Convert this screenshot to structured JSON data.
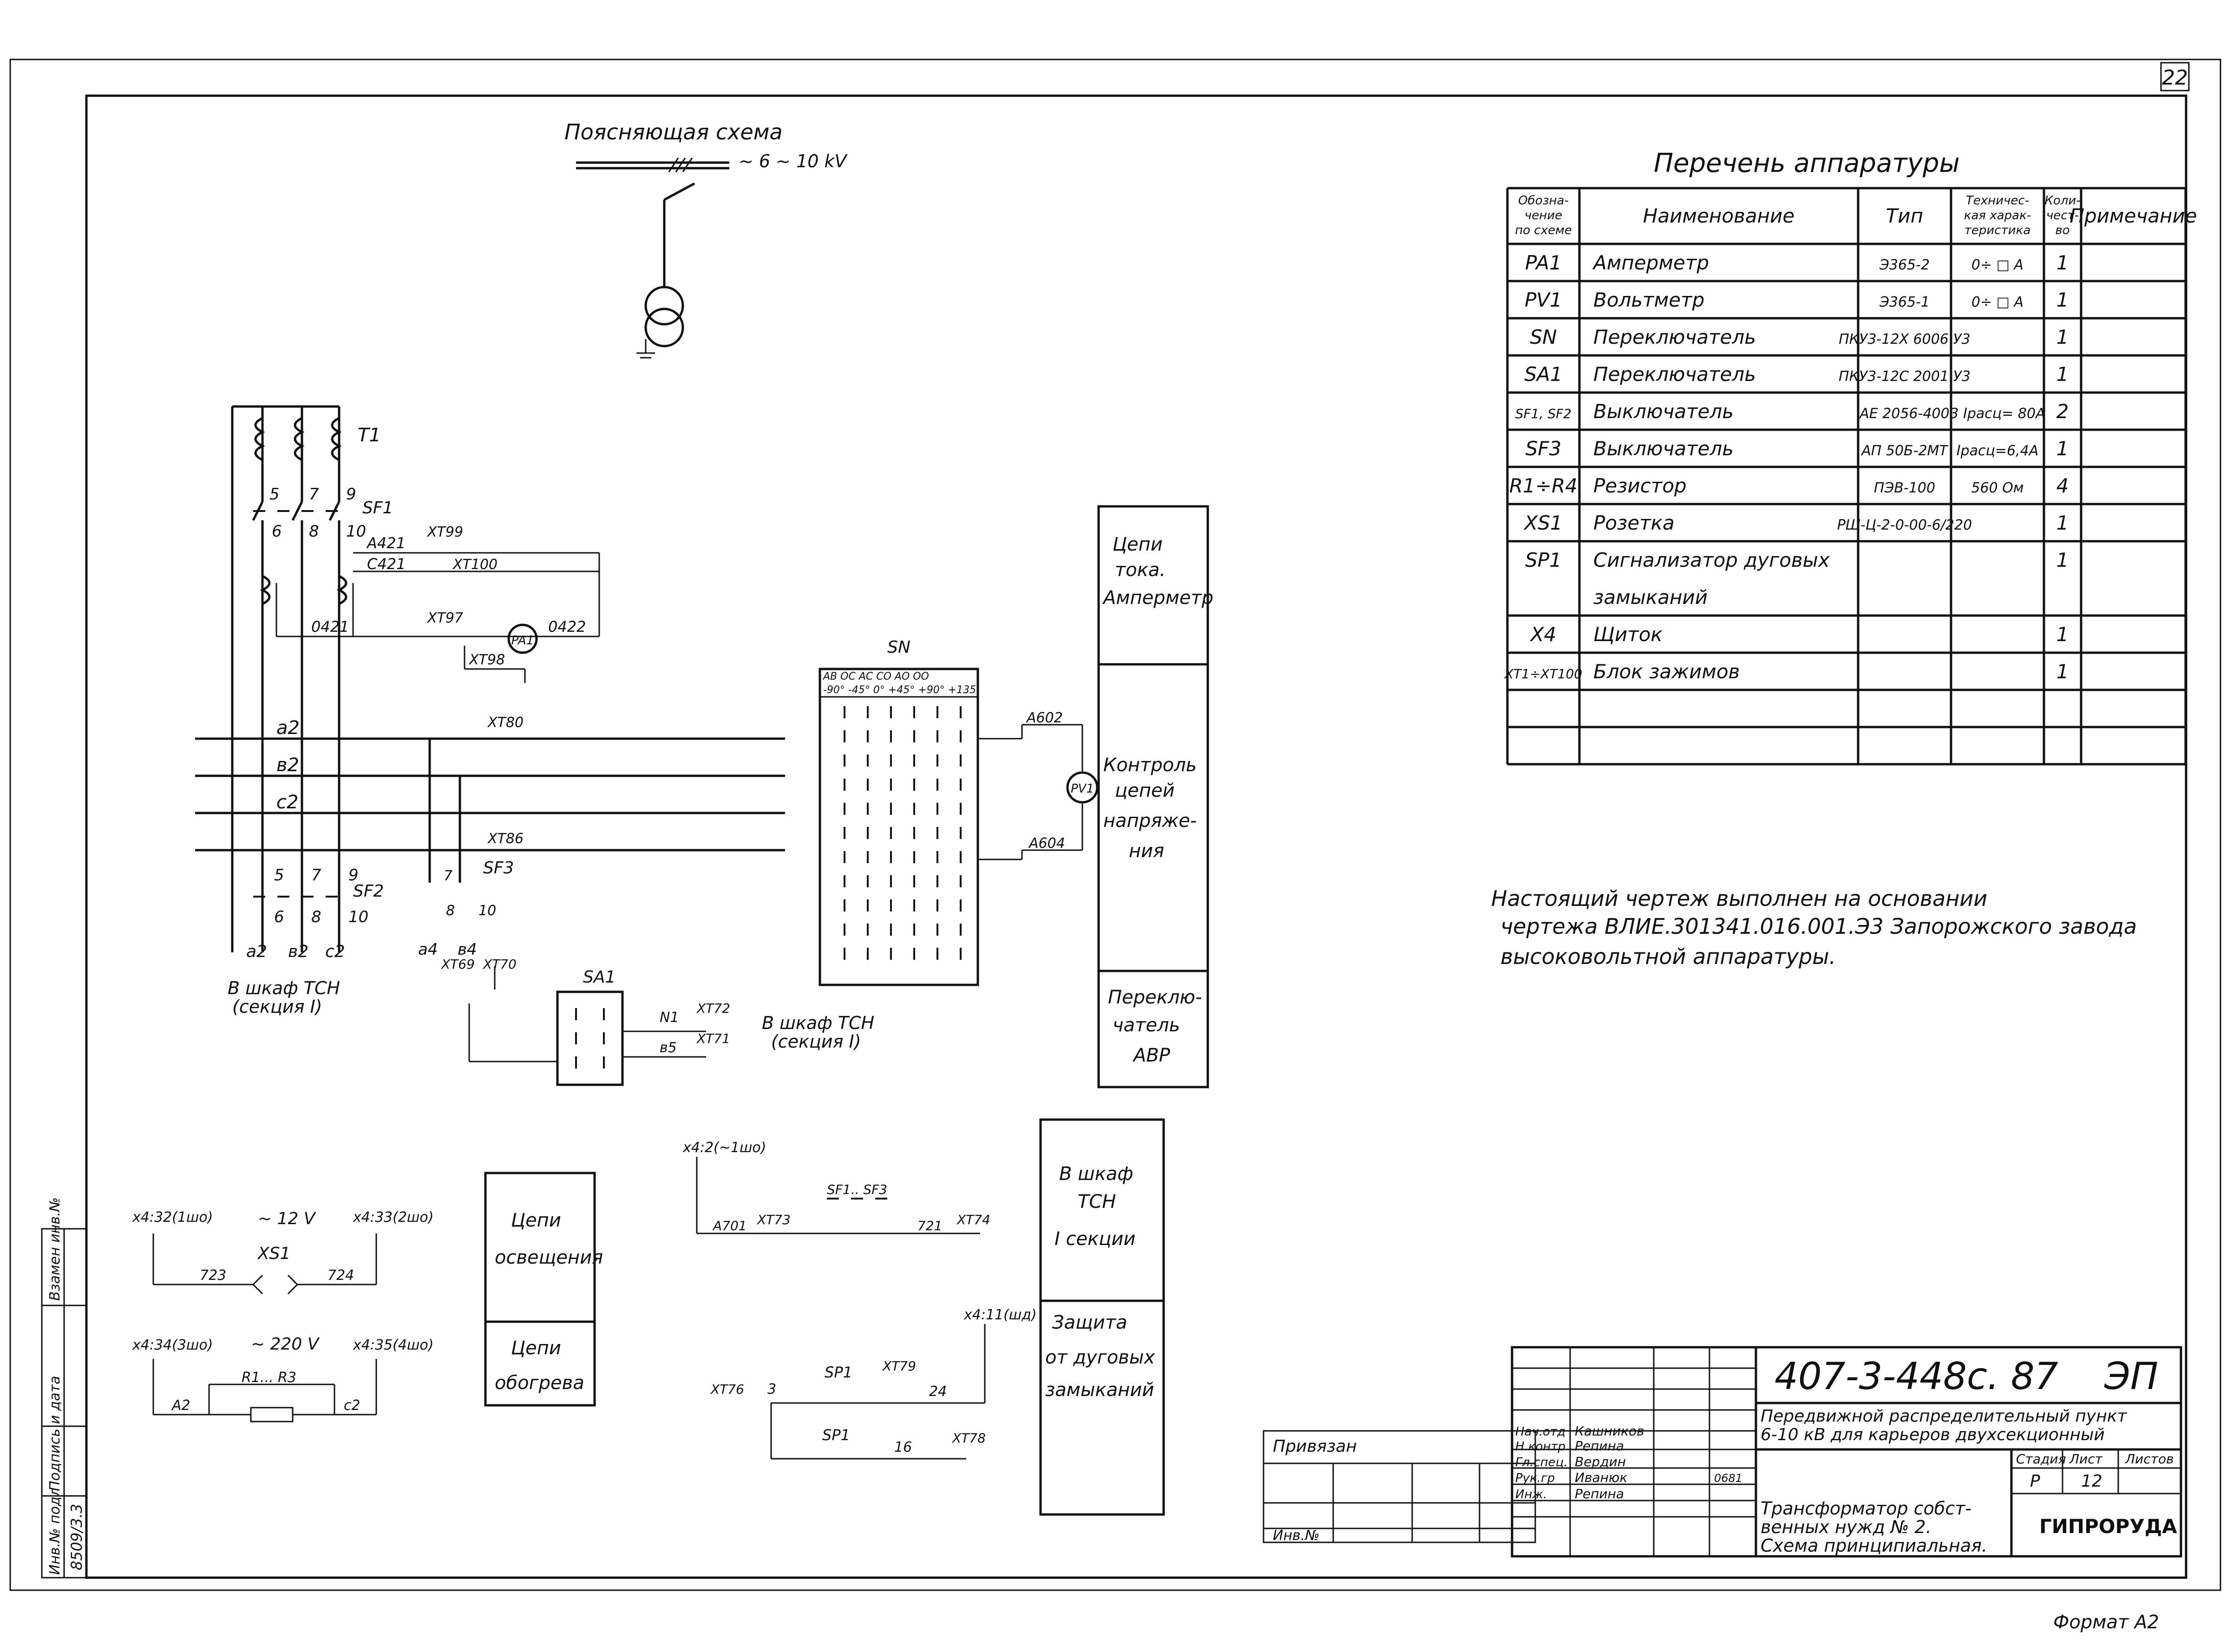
{
  "sheet_number": "22",
  "explanatory": {
    "title": "Поясняющая схема",
    "voltage": "~ 6 ~ 10 kV"
  },
  "equipment_list": {
    "title": "Перечень аппаратуры",
    "headers": [
      "Обозна-\nчение\nпо схеме",
      "Наименование",
      "Тип",
      "Техничес-\nкая харак-\nтеристика",
      "Коли-\nчест-\nво",
      "Примечание"
    ],
    "rows": [
      [
        "PA1",
        "Амперметр",
        "Э365-2",
        "0÷ □ А",
        "1",
        ""
      ],
      [
        "PV1",
        "Вольтметр",
        "Э365-1",
        "0÷ □ А",
        "1",
        ""
      ],
      [
        "SN",
        "Переключатель",
        "ПКУ3-12Х 6006 У3",
        "",
        "1",
        ""
      ],
      [
        "SA1",
        "Переключатель",
        "ПКУ3-12С 2001 У3",
        "",
        "1",
        ""
      ],
      [
        "SF1, SF2",
        "Выключатель",
        "АЕ 2056-400",
        "3 Iрасц= 80А",
        "2",
        ""
      ],
      [
        "SF3",
        "Выключатель",
        "АП 50Б-2МТ",
        "Iрасц=6,4А",
        "1",
        ""
      ],
      [
        "R1÷R4",
        "Резистор",
        "ПЭВ-100",
        "560 Ом",
        "4",
        ""
      ],
      [
        "XS1",
        "Розетка",
        "РШ-Ц-2-0-00-6/220",
        "",
        "1",
        ""
      ],
      [
        "SP1",
        "Сигнализатор дуговых",
        "",
        "",
        "1",
        ""
      ],
      [
        "",
        "замыканий",
        "",
        "",
        "",
        ""
      ],
      [
        "X4",
        "Щиток",
        "",
        "",
        "1",
        ""
      ],
      [
        "XT1÷XT100",
        "Блок зажимов",
        "",
        "",
        "1",
        ""
      ],
      [
        "",
        "",
        "",
        "",
        "",
        ""
      ],
      [
        "",
        "",
        "",
        "",
        "",
        ""
      ]
    ]
  },
  "note": [
    "Настоящий чертеж выполнен на основании",
    "чертежа ВЛИЕ.301341.016.001.Э3 Запорожского завода",
    "высоковольтной аппаратуры."
  ],
  "blocks": {
    "current": [
      "Цепи",
      "тока.",
      "Амперметр"
    ],
    "voltage": [
      "Контроль",
      "цепей",
      "напряже-",
      "ния"
    ],
    "avr": [
      "Переклю-",
      "чатель",
      "АВР"
    ],
    "lighting": [
      "Цепи",
      "освещения"
    ],
    "heating": [
      "Цепи",
      "обогрева"
    ],
    "tsn": [
      "В шкаф",
      "ТСН",
      "I секции"
    ],
    "arc": [
      "Защита",
      "от дуговых",
      "замыканий"
    ]
  },
  "labels": {
    "t1": "T1",
    "sf1": "SF1",
    "sf2": "SF2",
    "sf3": "SF3",
    "sn": "SN",
    "sa1": "SA1",
    "pa1": "PA1",
    "pv1": "PV1",
    "xs1": "XS1",
    "sp1a": "SP1",
    "sp1b": "SP1",
    "a421": "A421",
    "c421": "C421",
    "o421": "0421",
    "o422": "0422",
    "a602": "A602",
    "a604": "A604",
    "a701": "A701",
    "c721": "721",
    "a2": "a2",
    "b2": "в2",
    "c2": "c2",
    "b2b": "в2",
    "a2b": "a2",
    "c2b": "c2",
    "a4": "a4",
    "b4": "в4",
    "n1": "N1",
    "b5": "в5",
    "xt99": "XT99",
    "xt100": "XT100",
    "xt97": "XT97",
    "xt98": "XT98",
    "xt69": "XT69",
    "xt70": "XT70",
    "xt72": "XT72",
    "xt71": "XT71",
    "xt73": "XT73",
    "xt74": "XT74",
    "xt76": "XT76",
    "xt79": "XT79",
    "xt78": "XT78",
    "sf1sf3": "SF1.. SF3",
    "n723": "723",
    "n724": "724",
    "n24": "24",
    "n16": "16",
    "n3": "3",
    "r1r3": "R1... R3",
    "ra2": "A2",
    "rc2": "c2",
    "v12": "~ 12 V",
    "v220": "~ 220 V",
    "x432": "x4:32(1шо)",
    "x433": "x4:33(2шо)",
    "x434": "x4:34(3шо)",
    "x435": "x4:35(4шо)",
    "x42": "x4:2(~1шо)",
    "x411": "x4:11(шд)",
    "tsn_a": [
      "В шкаф ТСН",
      "(секция I)"
    ],
    "tsn_b": [
      "В шкаф ТСН",
      "(секция I)"
    ],
    "sn_head1": "АВ ОС АС СО АО ОО",
    "sn_head2": "-90° -45° 0° +45° +90° +135"
  },
  "title_block": {
    "code": "407-3-448с. 87",
    "mark": "ЭП",
    "project": [
      "Передвижной распределительный пункт",
      "6-10 кВ для карьеров двухсекционный"
    ],
    "drawing": [
      "Трансформатор собст-",
      "венных нужд № 2.",
      "Схема принципиальная."
    ],
    "stage_label": "Стадия",
    "sheet_label": "Лист",
    "sheets_label": "Листов",
    "stage": "Р",
    "sheet": "12",
    "sheets": "",
    "org": "ГИПРОРУДА",
    "attached": "Привязан",
    "inv_label": "Инв.№",
    "roles": [
      "Нач.отд",
      "Н.контр",
      "Гл.спец.",
      "Рук.гр",
      "Инж."
    ],
    "names": [
      "Кашников",
      "Репина",
      "Вердин",
      "Иванюк",
      "Репина"
    ],
    "date": "0681",
    "format": "Формат А2"
  },
  "side_stamp": [
    "Инв.№ подл",
    "Подпись и дата",
    "Взамен инв.№"
  ],
  "side_value": "8509/3.3"
}
